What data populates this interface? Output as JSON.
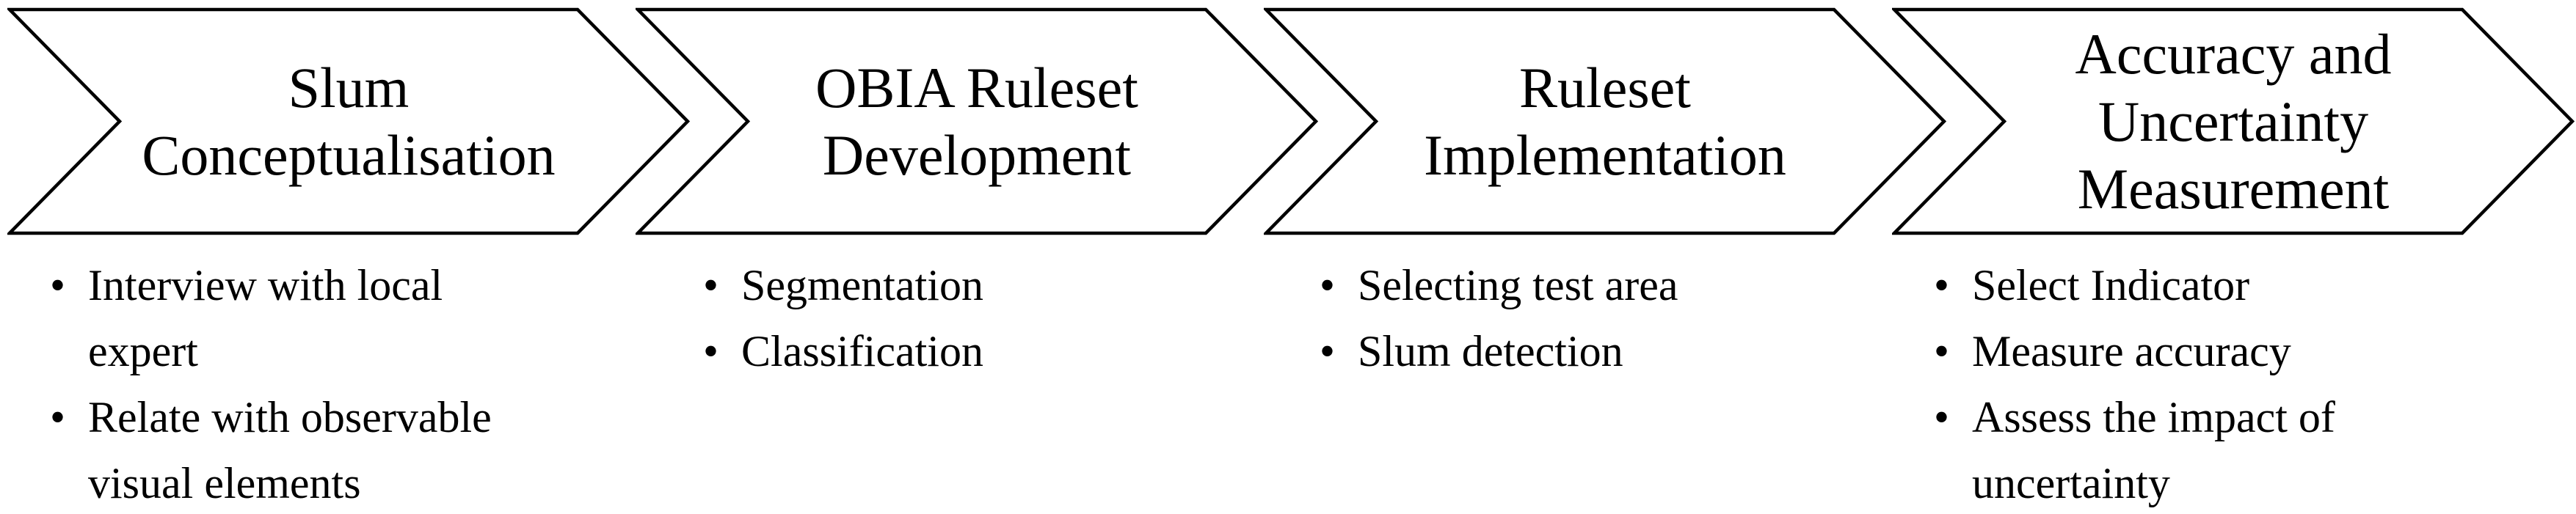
{
  "figure": {
    "type": "process-flow-chevrons",
    "background_color": "#ffffff",
    "outline_color": "#000000",
    "text_color": "#000000",
    "bullet_glyph": "•",
    "stages": [
      {
        "title": "Slum Conceptualisation",
        "title_lines": [
          "Slum",
          "Conceptualisation"
        ],
        "bullets": [
          "Interview with local expert",
          "Relate with observable visual elements"
        ]
      },
      {
        "title": "OBIA Ruleset Development",
        "title_lines": [
          "OBIA Ruleset",
          "Development"
        ],
        "bullets": [
          "Segmentation",
          "Classification"
        ]
      },
      {
        "title": "Ruleset Implementation",
        "title_lines": [
          "Ruleset",
          "Implementation"
        ],
        "bullets": [
          "Selecting test area",
          "Slum detection"
        ]
      },
      {
        "title": "Accuracy and Uncertainty Measurement",
        "title_lines": [
          "Accuracy and",
          "Uncertainty",
          "Measurement"
        ],
        "bullets": [
          "Select Indicator",
          "Measure accuracy",
          "Assess the impact of uncertainty"
        ]
      }
    ]
  }
}
